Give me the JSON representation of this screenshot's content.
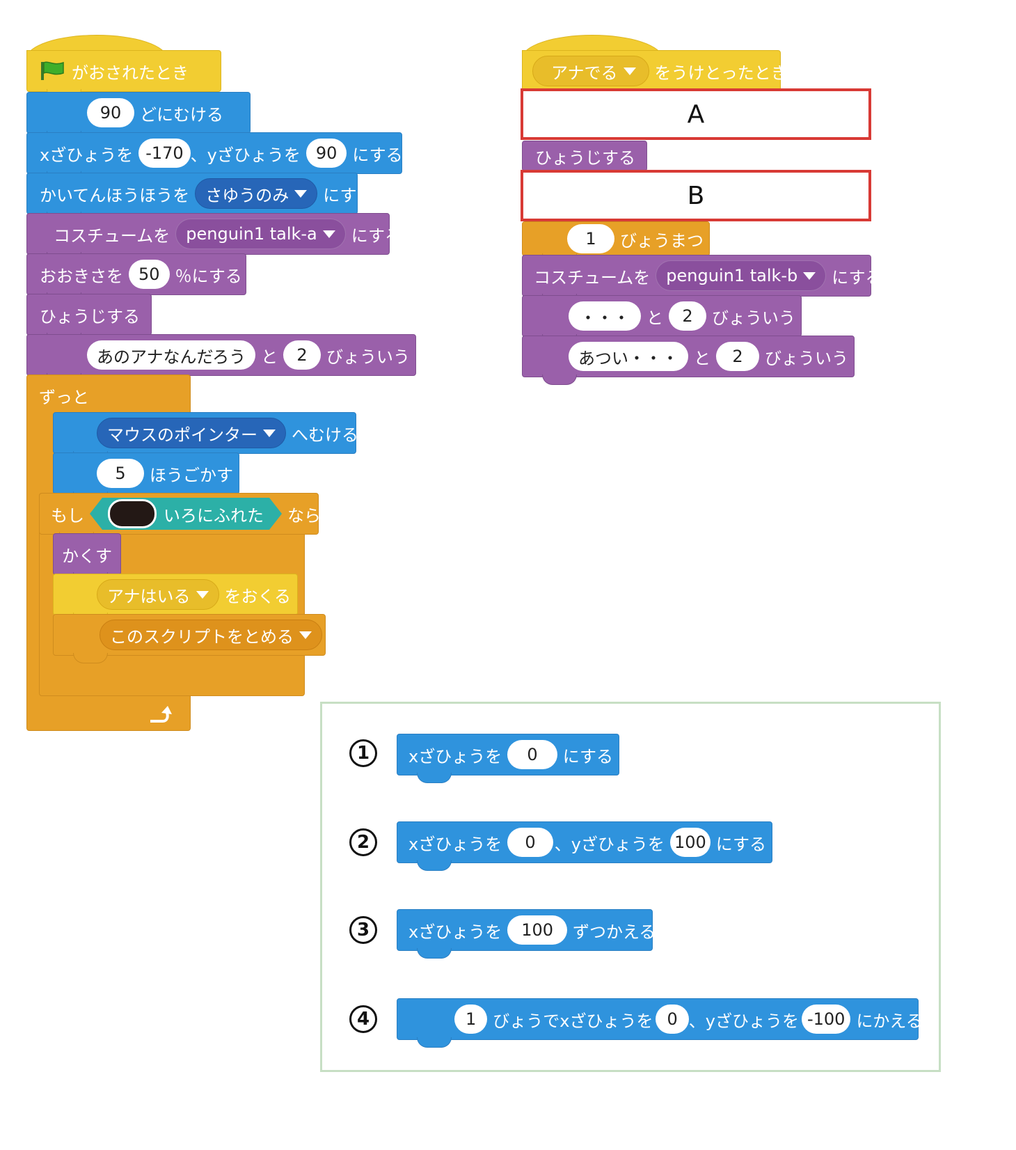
{
  "left_script": {
    "flag_hat": {
      "label": "がおされたとき",
      "icon": "green-flag-icon"
    },
    "point_dir": {
      "value": "90",
      "label": "どにむける"
    },
    "goto_xy": {
      "x_label": "xざひょうを",
      "x": "-170",
      "y_label": "、yざひょうを",
      "y": "90",
      "suffix": "にする"
    },
    "rotation": {
      "label": "かいてんほうほうを",
      "option": "さゆうのみ",
      "suffix": "にする"
    },
    "costume": {
      "label": "コスチュームを",
      "option": "penguin1 talk-a",
      "suffix": "にする"
    },
    "size": {
      "label": "おおきさを",
      "value": "50",
      "suffix": "％にする"
    },
    "show": {
      "label": "ひょうじする"
    },
    "say": {
      "text": "あのアナなんだろう",
      "mid": "と",
      "secs": "2",
      "suffix": "びょういう"
    },
    "forever": {
      "label": "ずっと",
      "loop_icon": "loop-arrow-icon"
    },
    "point_towards": {
      "option": "マウスのポインター",
      "suffix": "へむける"
    },
    "move": {
      "value": "5",
      "label": "ほうごかす"
    },
    "if": {
      "prefix": "もし",
      "condition": "いろにふれた",
      "suffix": "なら",
      "color": "#231815"
    },
    "hide": {
      "label": "かくす"
    },
    "broadcast": {
      "option": "アナはいる",
      "suffix": "をおくる"
    },
    "stop": {
      "option": "このスクリプトをとめる"
    }
  },
  "right_script": {
    "receive_hat": {
      "option": "アナでる",
      "suffix": "をうけとったとき"
    },
    "slot_a": "A",
    "show": {
      "label": "ひょうじする"
    },
    "slot_b": "B",
    "wait": {
      "value": "1",
      "label": "びょうまつ"
    },
    "costume": {
      "label": "コスチュームを",
      "option": "penguin1 talk-b",
      "suffix": "にする"
    },
    "say1": {
      "text": "・・・",
      "mid": "と",
      "secs": "2",
      "suffix": "びょういう"
    },
    "say2": {
      "text": "あつい・・・",
      "mid": "と",
      "secs": "2",
      "suffix": "びょういう"
    }
  },
  "choices": [
    {
      "number": "1",
      "parts": [
        "xざひょうを",
        "0",
        "にする"
      ]
    },
    {
      "number": "2",
      "parts": [
        "xざひょうを",
        "0",
        "、yざひょうを",
        "100",
        "にする"
      ]
    },
    {
      "number": "3",
      "parts": [
        "xざひょうを",
        "100",
        "ずつかえる"
      ]
    },
    {
      "number": "4",
      "parts": [
        "1",
        "びょうでxざひょうを",
        "0",
        "、yざひょうを",
        "-100",
        "にかえる"
      ]
    }
  ],
  "colors": {
    "motion": "#2f93dd",
    "looks": "#9a60aa",
    "events": "#f2cd32",
    "control": "#e7a027",
    "sensing": "#2cb0a7",
    "answer_border": "#d83a35",
    "choices_border": "#c7dfc4"
  }
}
